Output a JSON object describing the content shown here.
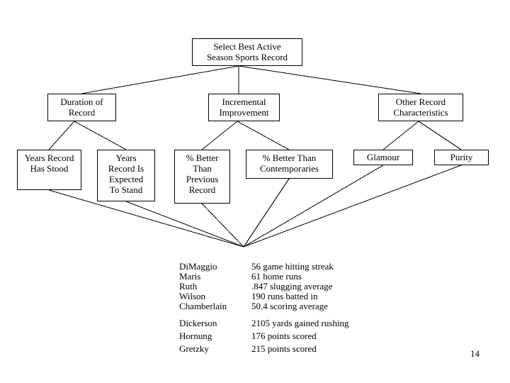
{
  "page": {
    "page_number": "14",
    "background": "#ffffff",
    "line_color": "#000000"
  },
  "diagram": {
    "root": {
      "label": "Select Best Active\nSeason Sports Record"
    },
    "level1": [
      {
        "label": "Duration of\nRecord"
      },
      {
        "label": "Incremental\nImprovement"
      },
      {
        "label": "Other Record\nCharacteristics"
      }
    ],
    "level2": [
      {
        "label": "Years Record\nHas Stood",
        "parent": "Duration of Record"
      },
      {
        "label": "Years\nRecord Is\nExpected\nTo Stand",
        "parent": "Duration of Record"
      },
      {
        "label": "% Better\nThan\nPrevious\nRecord",
        "parent": "Incremental Improvement"
      },
      {
        "label": "% Better Than\nContemporaries",
        "parent": "Incremental Improvement"
      },
      {
        "label": "Glamour",
        "parent": "Other Record Characteristics"
      },
      {
        "label": "Purity",
        "parent": "Other Record Characteristics"
      }
    ]
  },
  "records": {
    "group1": [
      {
        "holder": "DiMaggio",
        "record": "56 game hitting streak"
      },
      {
        "holder": "Maris",
        "record": "61 home runs"
      },
      {
        "holder": "Ruth",
        "record": ".847 slugging average"
      },
      {
        "holder": "Wilson",
        "record": "190 runs batted in"
      },
      {
        "holder": "Chamberlain",
        "record": "50.4 scoring average"
      }
    ],
    "group2": [
      {
        "holder": "Dickerson",
        "record": "2105 yards gained rushing"
      },
      {
        "holder": "Hornung",
        "record": "176 points scored"
      },
      {
        "holder": "Gretzky",
        "record": "215 points scored"
      }
    ]
  }
}
